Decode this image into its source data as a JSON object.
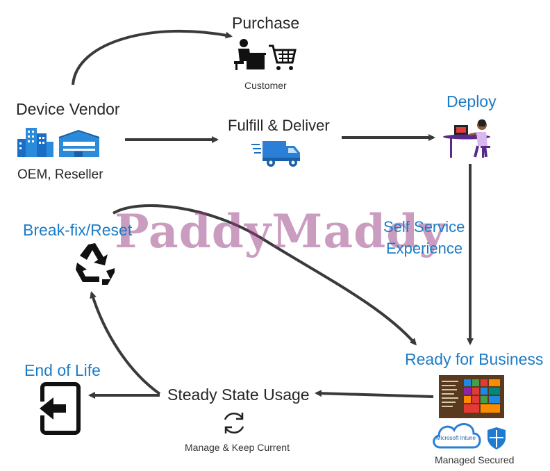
{
  "nodes": {
    "purchase": {
      "title": "Purchase",
      "subtitle": "Customer"
    },
    "vendor": {
      "title": "Device Vendor",
      "subtitle": "OEM, Reseller"
    },
    "fulfill": {
      "title": "Fulfill & Deliver"
    },
    "deploy": {
      "title": "Deploy"
    },
    "self_service": {
      "line1": "Self Service",
      "line2": "Experience"
    },
    "break_fix": {
      "title": "Break-fix/Reset"
    },
    "ready": {
      "title": "Ready for Business",
      "subtitle": "Managed Secured",
      "intune_label": "Microsoft Intune"
    },
    "end_of_life": {
      "title": "End of Life"
    },
    "steady": {
      "title": "Steady State Usage",
      "subtitle": "Manage & Keep Current"
    }
  },
  "watermark": "PaddyMaddy",
  "icons": {
    "purchase": "customer-cart-icon",
    "vendor": "buildings-icon",
    "fulfill": "delivery-truck-icon",
    "deploy": "person-at-desk-icon",
    "break_fix": "recycle-icon",
    "end_of_life": "exit-icon",
    "steady": "refresh-icon",
    "ready": "start-screen-icon",
    "intune": "cloud-icon",
    "defender": "shield-icon"
  },
  "colors": {
    "accent": "#1c7cc7",
    "text": "#262626",
    "arrow": "#3a3a3a",
    "watermark": "#963c82"
  }
}
